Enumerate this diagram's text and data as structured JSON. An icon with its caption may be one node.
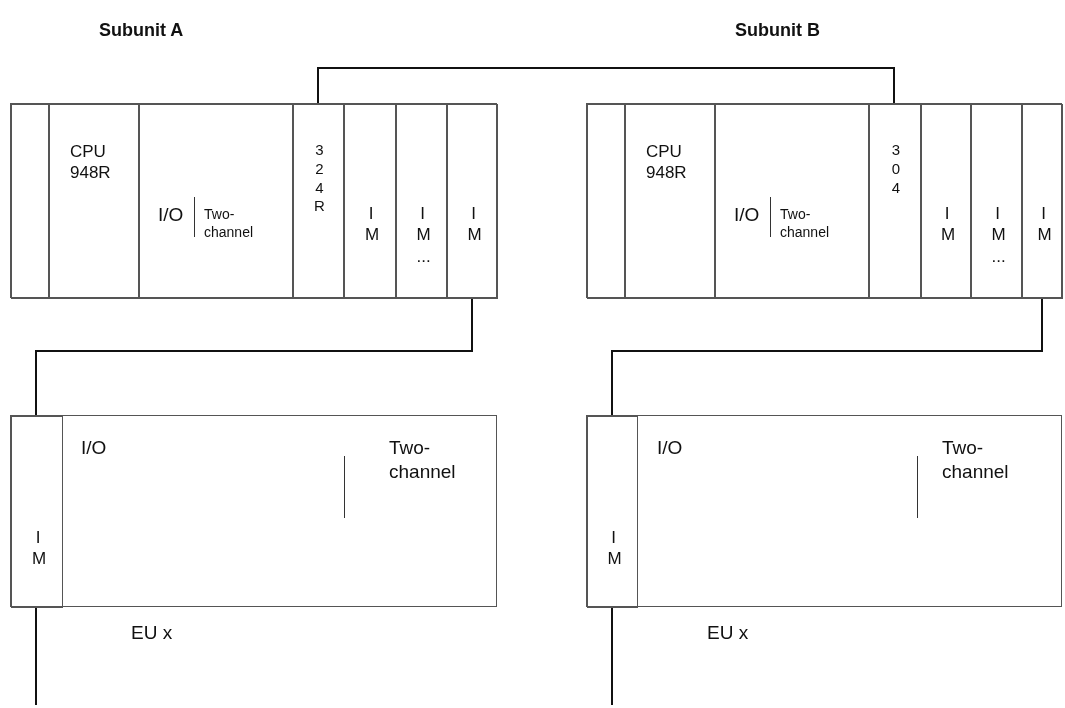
{
  "diagram": {
    "nodes": [
      {
        "text": [
          "Subunit A"
        ]
      },
      {
        "text": [],
        "shape": "box",
        "in": 0
      },
      {
        "text": [
          "CPU 948R"
        ],
        "in": 0
      },
      {
        "text": [
          "I/O",
          "Two-channel"
        ],
        "in": 0
      },
      {
        "text": [
          "3 2 4 R"
        ],
        "in": 0
      },
      {
        "text": [
          "I M"
        ],
        "in": 0
      },
      {
        "text": [
          "I M ..."
        ],
        "in": 0
      },
      {
        "text": [
          "I M"
        ],
        "in": 0
      },
      {
        "text": [
          "Subunit B"
        ]
      },
      {
        "text": [],
        "shape": "box",
        "in": 8
      },
      {
        "text": [
          "CPU 948R"
        ],
        "in": 8
      },
      {
        "text": [
          "I/O",
          "Two-channel"
        ],
        "in": 8
      },
      {
        "text": [
          "3 0 4"
        ],
        "in": 8
      },
      {
        "text": [
          "I M"
        ],
        "in": 8
      },
      {
        "text": [
          "I M ..."
        ],
        "in": 8
      },
      {
        "text": [
          "I M"
        ],
        "in": 8
      },
      {
        "text": [
          "I/O",
          "Two-channel"
        ],
        "beside": [
          "EU x"
        ]
      },
      {
        "text": [
          "I M"
        ],
        "in": 16
      },
      {
        "text": [
          "I/O",
          "Two-channel"
        ],
        "beside": [
          "EU x"
        ]
      },
      {
        "text": [
          "I M"
        ],
        "in": 18
      }
    ],
    "edges": [
      {
        "from": 4,
        "to": 12,
        "arrow": "none"
      },
      {
        "from": 7,
        "to": 17,
        "arrow": "none"
      },
      {
        "from": 15,
        "to": 19,
        "arrow": "none"
      },
      {
        "from": 17,
        "to": null,
        "arrow": "none"
      },
      {
        "from": 19,
        "to": null,
        "arrow": "none"
      }
    ]
  }
}
